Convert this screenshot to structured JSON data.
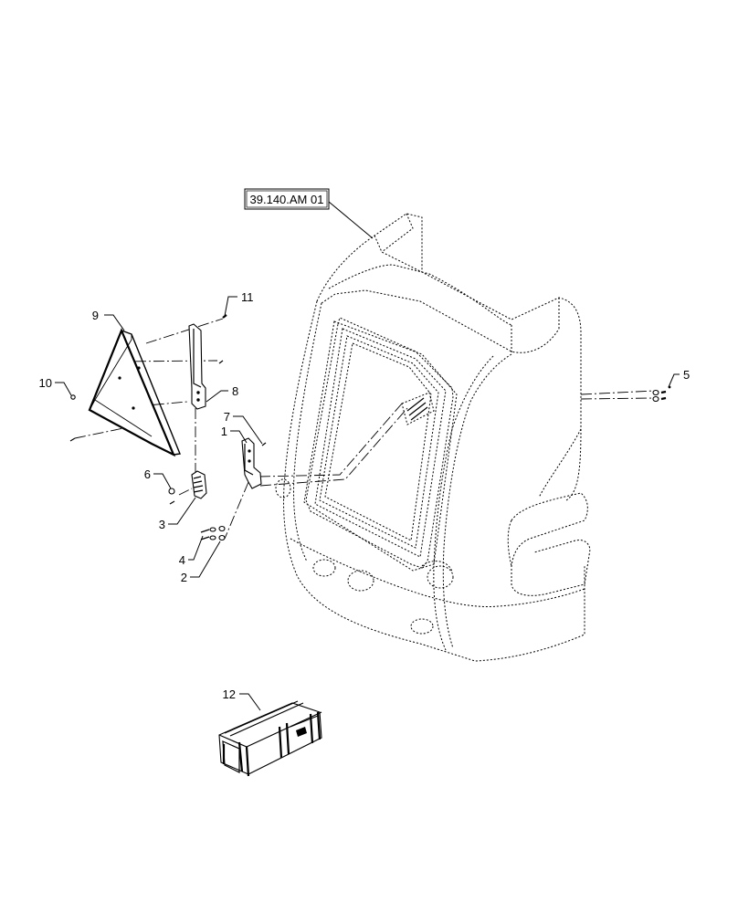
{
  "reference_box": "39.140.AM 01",
  "callouts": {
    "c1": "1",
    "c2": "2",
    "c3": "3",
    "c4": "4",
    "c5": "5",
    "c6": "6",
    "c7": "7",
    "c8": "8",
    "c9": "9",
    "c10": "10",
    "c11": "11",
    "c12": "12"
  }
}
